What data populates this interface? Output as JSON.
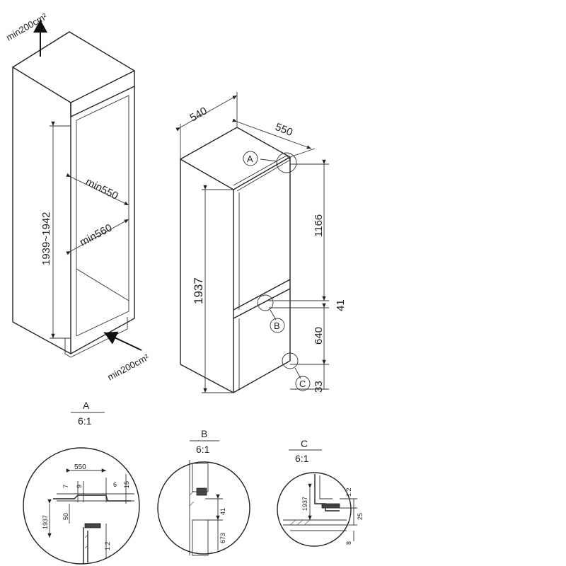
{
  "cabinet": {
    "vent_top": "min200cm²",
    "vent_bottom": "min200cm²",
    "height_range": "1939~1942",
    "depth_min": "min550",
    "width_min": "min560"
  },
  "appliance": {
    "width": "540",
    "depth": "550",
    "height": "1937",
    "fridge_height": "1166",
    "gap": "41",
    "freezer_height": "640",
    "bottom": "33",
    "callout_a": "A",
    "callout_b": "B",
    "callout_c": "C"
  },
  "detail_a": {
    "title": "A",
    "scale": "6:1",
    "dim_550": "550",
    "dim_7": "7",
    "dim_9": "9",
    "dim_6": "6",
    "dim_15": "15",
    "dim_1937": "1937",
    "dim_50": "50",
    "dim_1_2": "1.2"
  },
  "detail_b": {
    "title": "B",
    "scale": "6:1",
    "dim_41": "41",
    "dim_673": "673"
  },
  "detail_c": {
    "title": "C",
    "scale": "6:1",
    "dim_1937": "1937",
    "dim_1_2": "1.2",
    "dim_25": "25",
    "dim_8": "8"
  }
}
